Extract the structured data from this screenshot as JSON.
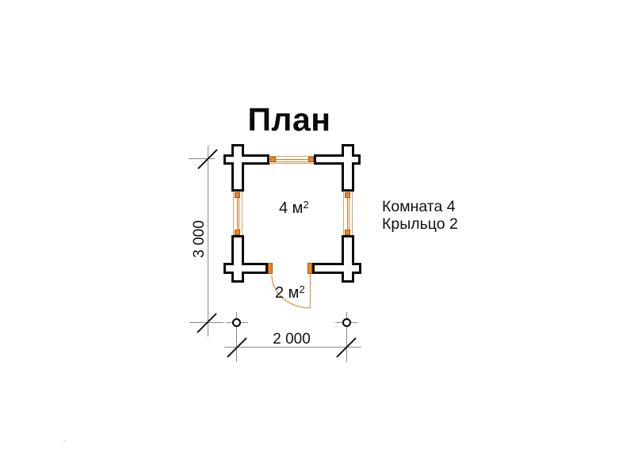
{
  "title": "План",
  "drawing": {
    "room_area": {
      "text": "4 м",
      "sup": "2"
    },
    "porch_area": {
      "text": "2 м",
      "sup": "2"
    },
    "dim_vertical": "3 000",
    "dim_horizontal": "2 000"
  },
  "legend": {
    "room_label": "Комната 4",
    "porch_label": "Крыльцо 2"
  },
  "colors": {
    "outline_black": "#0a0a0a",
    "dimension_gray": "#8a8a8a",
    "log_line_tan": "#c9a878",
    "log_line_orange": "#e0761e",
    "log_node_fill": "#f5821f",
    "log_node_border": "#9c5a16",
    "door_arc_tan": "#d9a668",
    "background": "#ffffff"
  }
}
